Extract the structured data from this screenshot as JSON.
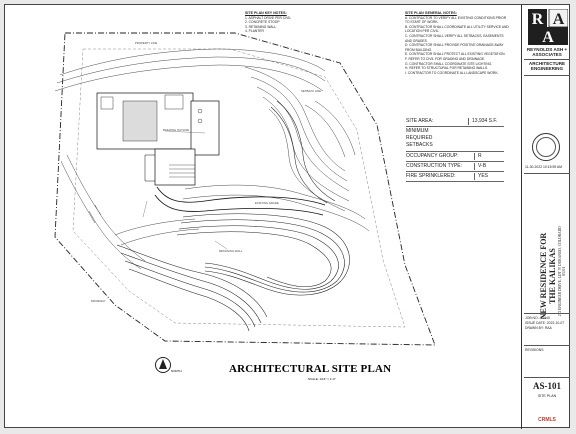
{
  "plan": {
    "title": "ARCHITECTURAL SITE PLAN",
    "scale": "SCALE: 1/16\" = 1'-0\"",
    "north_label": "NORTH"
  },
  "key_notes": {
    "heading": "SITE PLAN KEY NOTES:",
    "items": [
      "1.  ASPHALT DRIVE PER CIVIL",
      "2.  CONCRETE STOOP",
      "3.  RETAINING WALL",
      "4.  PLANTER"
    ]
  },
  "general_notes": {
    "heading": "SITE PLAN GENERAL NOTES:",
    "items": [
      "A.  CONTRACTOR TO VERIFY ALL EXISTING CONDITIONS PRIOR TO START OF WORK.",
      "B.  CONTRACTOR SHALL COORDINATE ALL UTILITY SERVICE AND LOCATION PER CIVIL.",
      "C.  CONTRACTOR SHALL VERIFY ALL SETBACKS, EASEMENTS AND GRADES.",
      "D.  CONTRACTOR SHALL PROVIDE POSITIVE DRAINAGE AWAY FROM BUILDING.",
      "E.  CONTRACTOR SHALL PROTECT ALL EXISTING VEGETATION.",
      "F.  REFER TO CIVIL FOR GRADING AND DRAINAGE.",
      "G.  CONTRACTOR SHALL COORDINATE SITE LIGHTING.",
      "H.  REFER TO STRUCTURAL FOR RETAINING WALLS.",
      "I.  CONTRACTOR TO COORDINATE ALL LANDSCAPE WORK."
    ]
  },
  "site_info": {
    "site_area_label": "SITE AREA:",
    "site_area_value": "13,934 S.F.",
    "setbacks_label": "MINIMUM REQUIRED SETBACKS",
    "occupancy_label": "OCCUPANCY GROUP:",
    "occupancy_value": "R",
    "construction_label": "CONSTRUCTION TYPE:",
    "construction_value": "V-B",
    "fire_label": "FIRE SPRINKLERED:",
    "fire_value": "YES"
  },
  "drawing_labels": [
    "PROPERTY LINE",
    "BUILDING OUTLINE",
    "EXISTING GRADE",
    "RETAINING WALL",
    "DRIVEWAY",
    "SETBACK LINE"
  ],
  "title_block": {
    "logo_letters": "RAA",
    "firm_name": "REYNOLDS ASH + ASSOCIATES",
    "firm_type": "ARCHITECTURE ENGINEERING",
    "date": "11-30-2022 10:15:59 AM",
    "project_title": "NEW RESIDENCE FOR THE KALIKAS",
    "project_address": "272 ENGINEER DRIVE, LOT 70 DURANGO, COLORADO 81301",
    "job_no": "JOB NO.: 21040",
    "issue_date": "ISSUE DATE: 2022-10-07",
    "drawn_by": "DRAWN BY: RAA",
    "revisions_label": "REVISIONS",
    "sheet_number": "AS-101",
    "sheet_name": "SITE PLAN",
    "watermark": "CRMLS"
  },
  "colors": {
    "line": "#222222",
    "paper": "#ffffff",
    "background": "#e9e9e9",
    "watermark": "#c0392b"
  }
}
